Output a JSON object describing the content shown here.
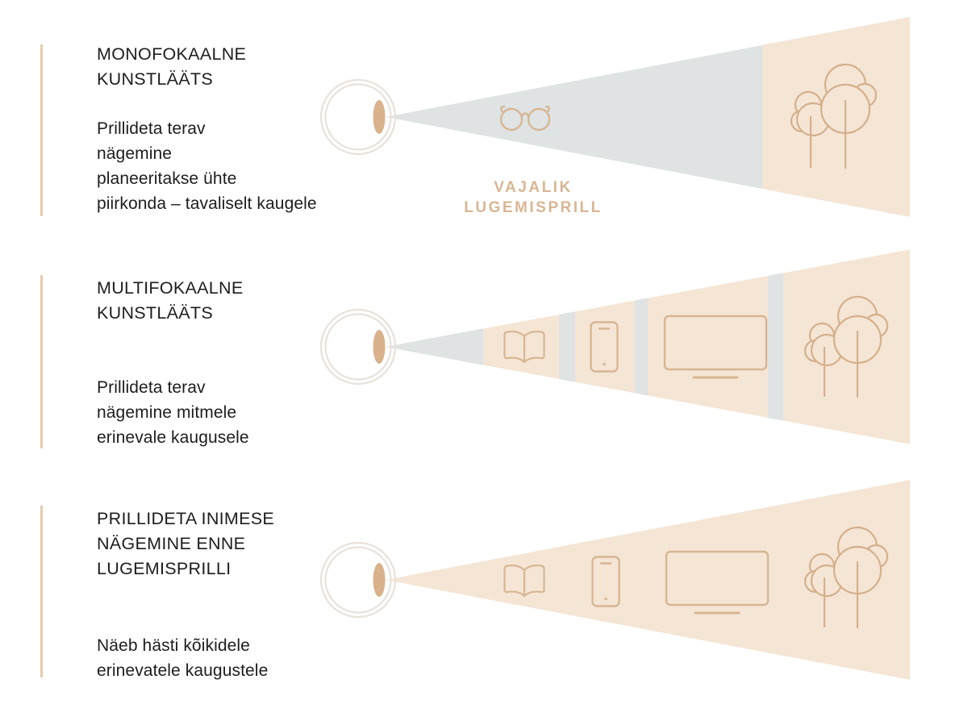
{
  "page": {
    "background": "#ffffff",
    "language": "et"
  },
  "palette": {
    "sharp_zone_fill": "#f5e5d5",
    "blur_zone_fill": "#dfe3e4",
    "icon_stroke": "#d7b693",
    "accent_text": "#d8b694",
    "body_text": "#1d1d1f",
    "divider_bar": "#e6ccb0",
    "eye_outline": "#e9e1da",
    "lens_fill": "#d9b28c"
  },
  "rows": [
    {
      "title": "MONOFOKAALNE\nKUNSTLÄÄTS",
      "description": "Prillideta terav\nnägemine\nplaneeritakse ühte\npiirkonda – tavaliselt kaugele",
      "beam_note": "VAJALIK\nLUGEMISPRILL",
      "segments": [
        {
          "zone": "blur",
          "icons": [
            "glasses"
          ]
        },
        {
          "zone": "sharp",
          "icons": [
            "trees"
          ]
        }
      ]
    },
    {
      "title": "MULTIFOKAALNE\nKUNSTLÄÄTS",
      "description": "Prillideta terav\nnägemine mitmele\nerinevale kaugusele",
      "beam_note": "",
      "segments": [
        {
          "zone": "blur",
          "icons": []
        },
        {
          "zone": "sharp",
          "icons": [
            "book"
          ]
        },
        {
          "zone": "blur",
          "icons": []
        },
        {
          "zone": "sharp",
          "icons": [
            "smartphone"
          ]
        },
        {
          "zone": "blur",
          "icons": []
        },
        {
          "zone": "sharp",
          "icons": [
            "tv"
          ]
        },
        {
          "zone": "blur",
          "icons": []
        },
        {
          "zone": "sharp",
          "icons": [
            "trees"
          ]
        }
      ]
    },
    {
      "title": "PRILLIDETA INIMESE\nNÄGEMINE ENNE\nLUGEMISPRILLI",
      "description": "Näeb hästi kõikidele\nerinevatele kaugustele",
      "beam_note": "",
      "segments": [
        {
          "zone": "sharp",
          "icons": [
            "book",
            "smartphone",
            "tv",
            "trees"
          ]
        }
      ]
    }
  ]
}
